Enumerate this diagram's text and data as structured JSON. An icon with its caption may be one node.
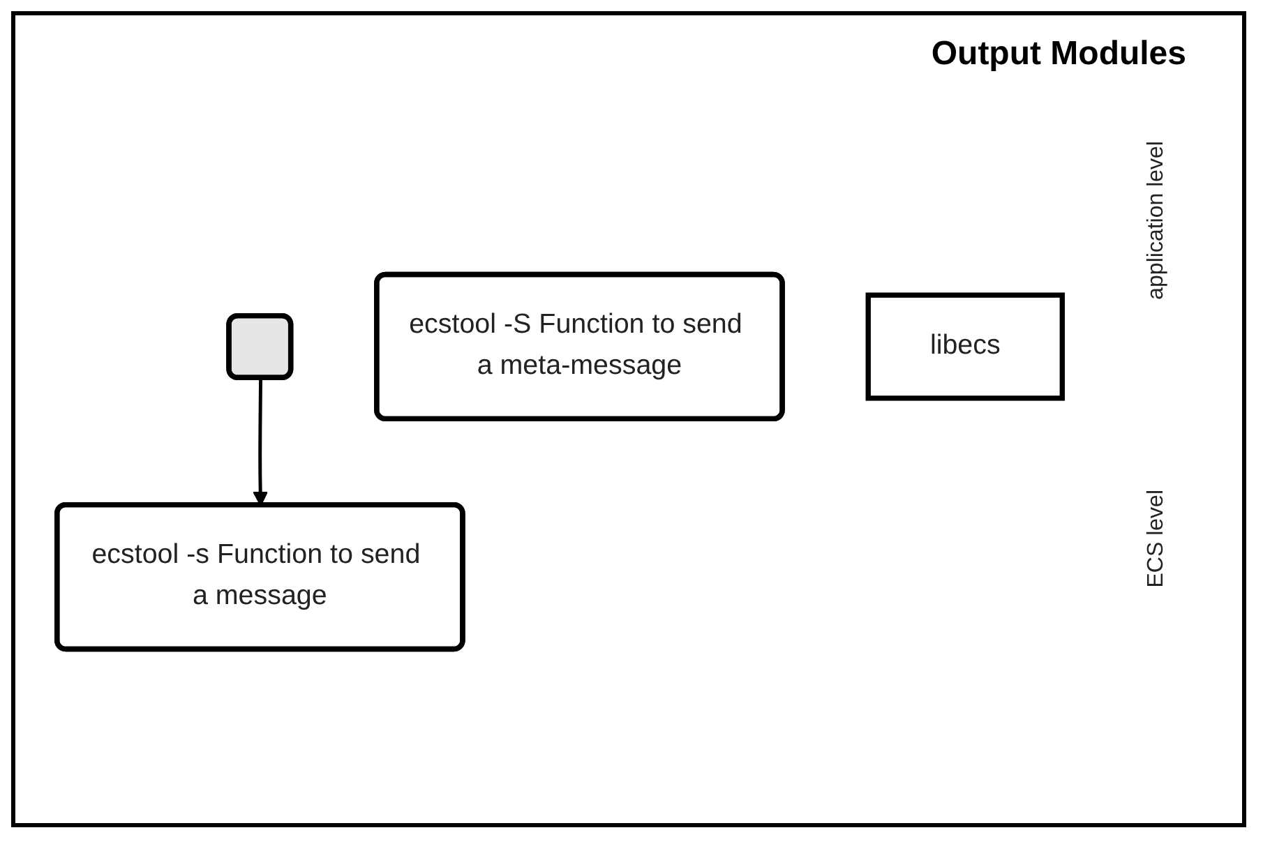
{
  "diagram": {
    "title": "Output Modules",
    "nodes": [
      {
        "text": [],
        "shape": "box"
      },
      {
        "text": [
          "ecstool -s Function to send a message"
        ]
      },
      {
        "text": [
          "ecstool -S Function to send a meta-message"
        ]
      },
      {
        "text": [
          "libecs"
        ]
      }
    ],
    "edges": [
      {
        "from": 0,
        "to": 1,
        "arrow": "to"
      }
    ],
    "labels": [
      "application level",
      "ECS level"
    ]
  }
}
